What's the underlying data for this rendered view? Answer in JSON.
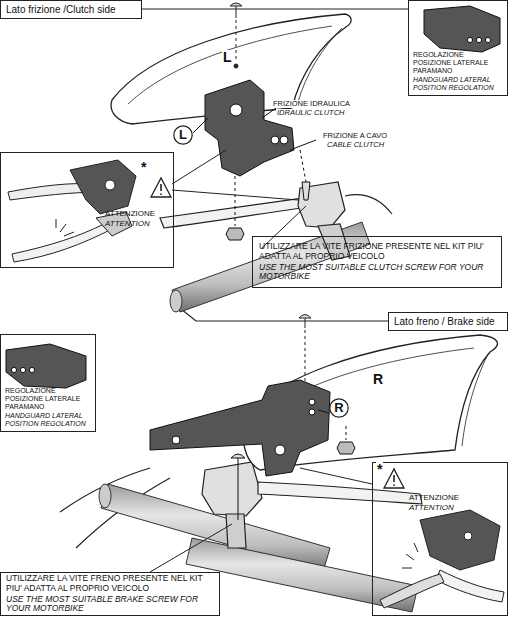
{
  "diagram": {
    "nodes": [
      {
        "text": [
          "Lato frizione /Clutch side"
        ]
      },
      {
        "text": [
          "REGOLAZIONE POSIZIONE LATERALE PARAMANO",
          "HANDGUARD LATERAL POSITION REGOLATION"
        ]
      },
      {
        "text": [
          "ATTENZIONE",
          "ATTENTION"
        ]
      },
      {
        "text": [
          "L"
        ]
      },
      {
        "text": [
          "UTILIZZARE LA VITE FRIZIONE PRESENTE NEL KIT PIU' ADATTA AL PROPRIO VEICOLO",
          "USE THE MOST SUITABLE CLUTCH SCREW FOR YOUR MOTORBIKE"
        ]
      },
      {
        "text": [
          "Lato freno / Brake side"
        ]
      },
      {
        "text": [
          "REGOLAZIONE POSIZIONE LATERALE PARAMANO",
          "HANDGUARD LATERAL POSITION REGOLATION"
        ]
      },
      {
        "text": [
          "R"
        ]
      },
      {
        "text": [
          "UTILIZZARE LA VITE FRENO PRESENTE NEL KIT PIU' ADATTA AL PROPRIO VEICOLO",
          "USE THE MOST SUITABLE BRAKE SCREW FOR YOUR MOTORBIKE"
        ]
      },
      {
        "text": [
          "ATTENZIONE",
          "ATTENTION"
        ]
      }
    ],
    "labels": [
      "L",
      "FRIZIONE IDRAULICA",
      "IDRAULIC CLUTCH",
      "FRIZIONE A CAVO",
      "CABLE CLUTCH",
      "*",
      "R",
      "*"
    ]
  }
}
